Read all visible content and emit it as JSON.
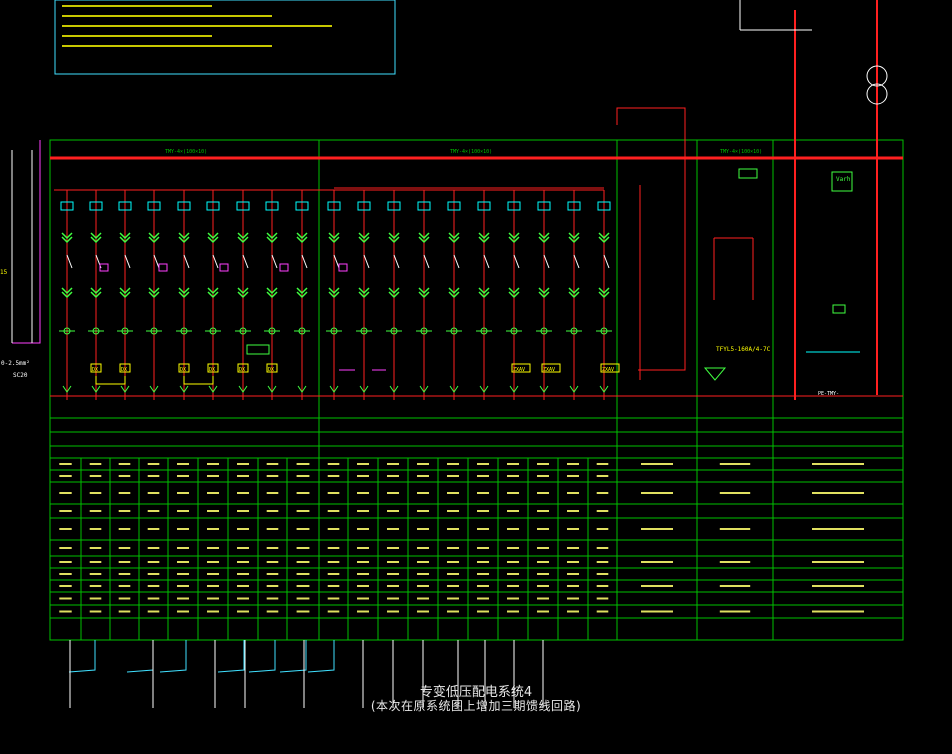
{
  "drawing": {
    "title": "专变低压配电系统4",
    "subtitle": "(本次在原系统图上增加三期馈线回路)",
    "colors": {
      "background": "#000000",
      "frame": "#00c000",
      "busbar": "#ff2020",
      "breaker": "#40ff40",
      "label": "#ffff00",
      "meter": "#00ffff",
      "cyan_wire": "#40e0ff",
      "magenta": "#ff40ff",
      "white": "#ffffff"
    },
    "partially_legible_text": {
      "cable_note": "0-2.5mm²",
      "grounding_note": "SC20",
      "meter_label": "Varh",
      "breaker_model": "TFYL5-160A/4-7C",
      "pe_bus": "PE-TMY-",
      "zxav_labels": [
        "ZXAV",
        "ZXAV",
        "ZXAV"
      ],
      "dx_labels": [
        "DX",
        "DX",
        "DX",
        "DX",
        "DX",
        "DX"
      ],
      "left_edge_value": "15"
    },
    "sections": [
      {
        "name": "left-panel",
        "feeders": 9
      },
      {
        "name": "middle-panel",
        "feeders": 10
      },
      {
        "name": "capacitor-panel",
        "feeders": 1
      },
      {
        "name": "incoming-panel",
        "feeders": 1
      },
      {
        "name": "transformer-panel",
        "feeders": 1
      }
    ]
  }
}
